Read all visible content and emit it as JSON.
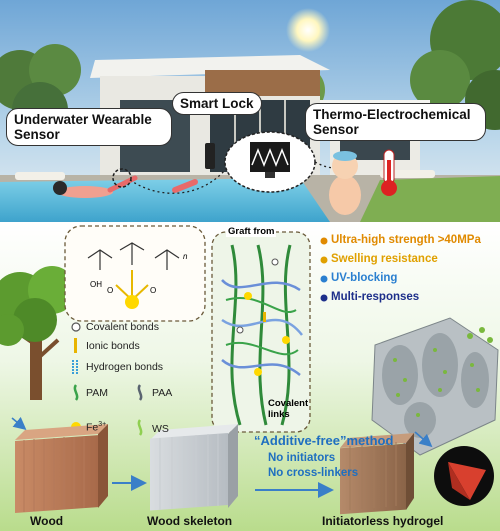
{
  "top": {
    "label_underwater": "Underwater Wearable Sensor",
    "label_lock": "Smart Lock",
    "label_thermo": "Thermo-Electrochemical Sensor"
  },
  "features": [
    {
      "text": "Ultra-high strength >40MPa",
      "color": "#e08a00"
    },
    {
      "text": "Swelling resistance",
      "color": "#e0a000"
    },
    {
      "text": "UV-blocking",
      "color": "#2a7fd0"
    },
    {
      "text": "Multi-responses",
      "color": "#1d2f8a"
    }
  ],
  "legend": {
    "covalent": "Covalent bonds",
    "ionic": "Ionic bonds",
    "hydrogen": "Hydrogen bonds",
    "pam": "PAM",
    "paa": "PAA",
    "fe": "Fe",
    "fe_sup": "3+",
    "ws": "WS"
  },
  "chem": {
    "oh": "OH",
    "o1": "O",
    "o2": "O",
    "n": "n"
  },
  "network": {
    "graft_from": "Graft from",
    "covalent_links": "Covalent\nlinks"
  },
  "method": {
    "title": "“Additive-free”method",
    "line1": "No initiators",
    "line2": "No cross-linkers"
  },
  "stages": {
    "wood": "Wood",
    "skeleton": "Wood skeleton",
    "hydrogel": "Initiatorless hydrogel"
  }
}
